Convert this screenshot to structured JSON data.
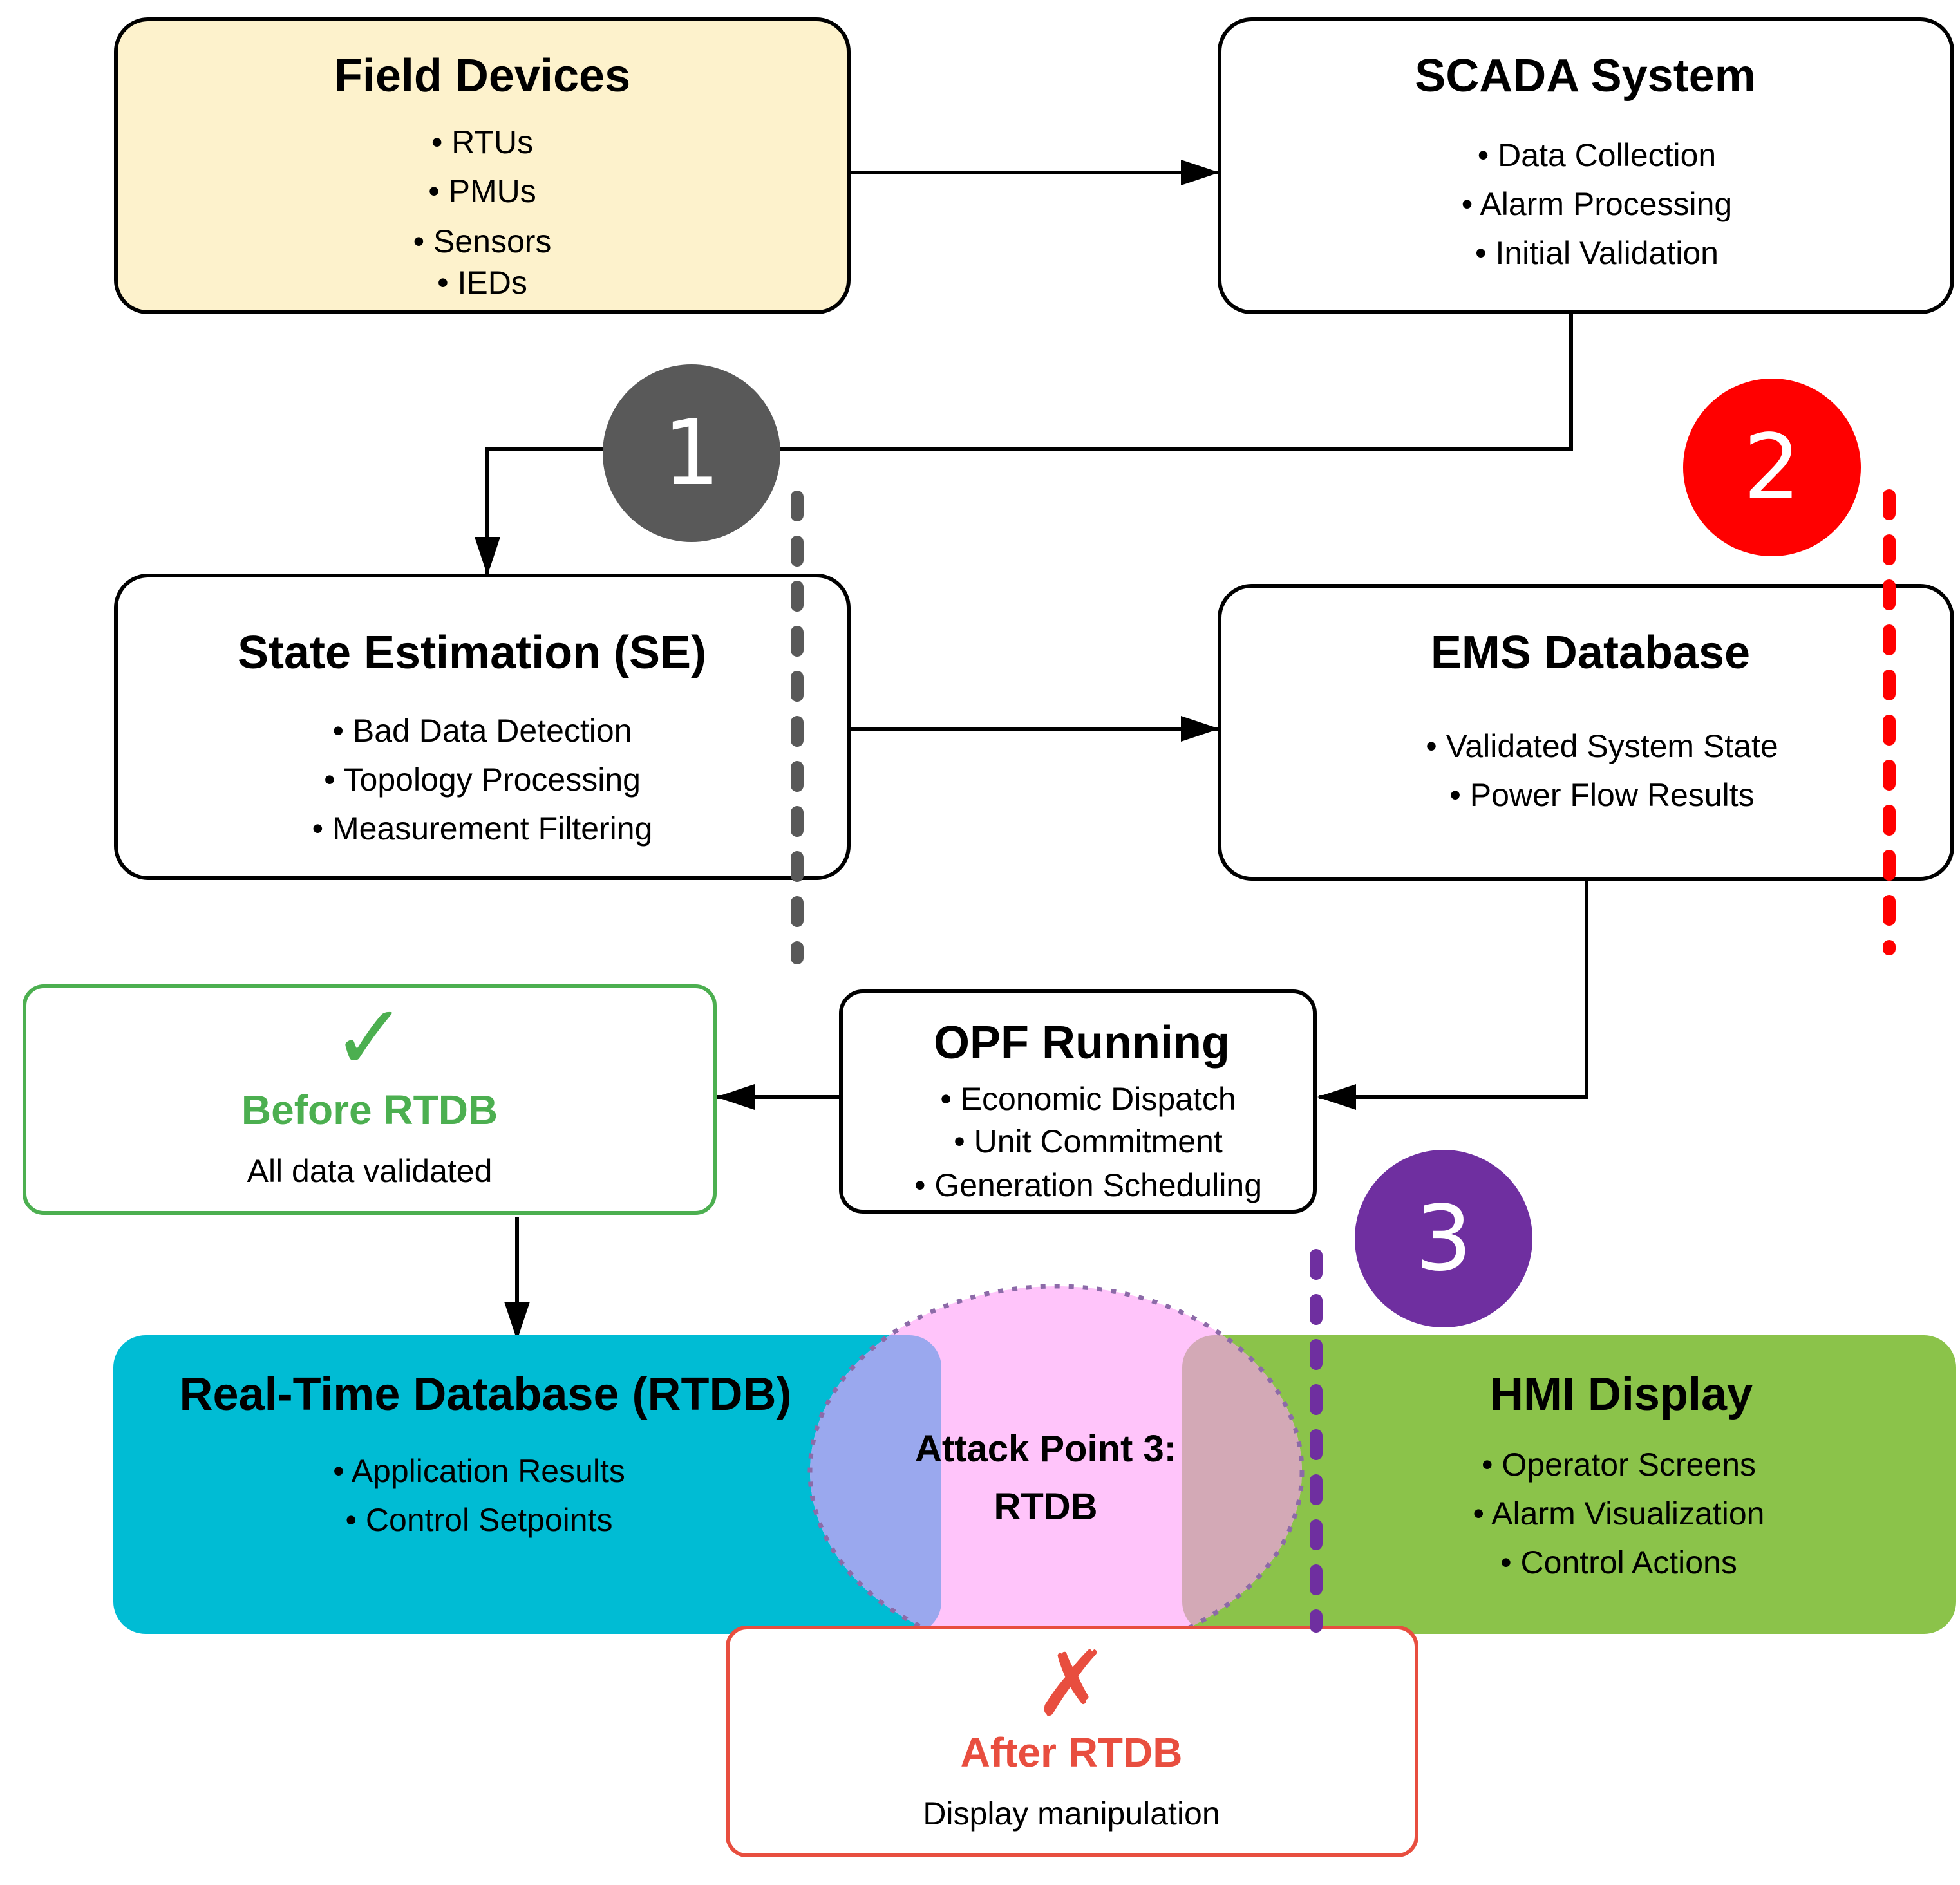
{
  "colors": {
    "field_fill": "#fdf2cc",
    "rtdb_fill": "#00bcd4",
    "hmi_fill": "#8bc34a",
    "attack_fill": "#ffc4fa",
    "overlap_left": "#9aa8ee",
    "overlap_right": "#d3a9b6",
    "good": "#4caf50",
    "bad": "#e84e3f",
    "marker1": "#595959",
    "marker2": "#ff0000",
    "marker3": "#6f2fa0"
  },
  "field_devices": {
    "title": "Field Devices",
    "items": [
      "• RTUs",
      "• PMUs",
      "• Sensors",
      "• IEDs"
    ]
  },
  "scada": {
    "title": "SCADA System",
    "items": [
      "• Data Collection",
      "• Alarm Processing",
      "• Initial Validation"
    ]
  },
  "state_estimation": {
    "title": "State Estimation (SE)",
    "items": [
      "• Bad Data Detection",
      "• Topology Processing",
      "• Measurement Filtering"
    ]
  },
  "ems_database": {
    "title": "EMS Database",
    "items": [
      "• Validated System State",
      "• Power Flow Results"
    ]
  },
  "opf": {
    "title": "OPF Running",
    "items": [
      "• Economic Dispatch",
      "• Unit Commitment",
      "• Generation Scheduling"
    ]
  },
  "before_rtdb": {
    "icon": "check-icon",
    "symbol": "✓",
    "title": "Before RTDB",
    "text": "All data validated"
  },
  "rtdb": {
    "title": "Real-Time Database (RTDB)",
    "items": [
      "• Application Results",
      "• Control Setpoints"
    ]
  },
  "hmi": {
    "title": "HMI Display",
    "items": [
      "• Operator Screens",
      "• Alarm Visualization",
      "• Control Actions"
    ]
  },
  "attack_point": {
    "line1": "Attack Point 3:",
    "line2": "RTDB"
  },
  "after_rtdb": {
    "icon": "cross-icon",
    "symbol": "✗",
    "title": "After RTDB",
    "text": "Display manipulation"
  },
  "markers": [
    {
      "label": "1"
    },
    {
      "label": "2"
    },
    {
      "label": "3"
    }
  ]
}
